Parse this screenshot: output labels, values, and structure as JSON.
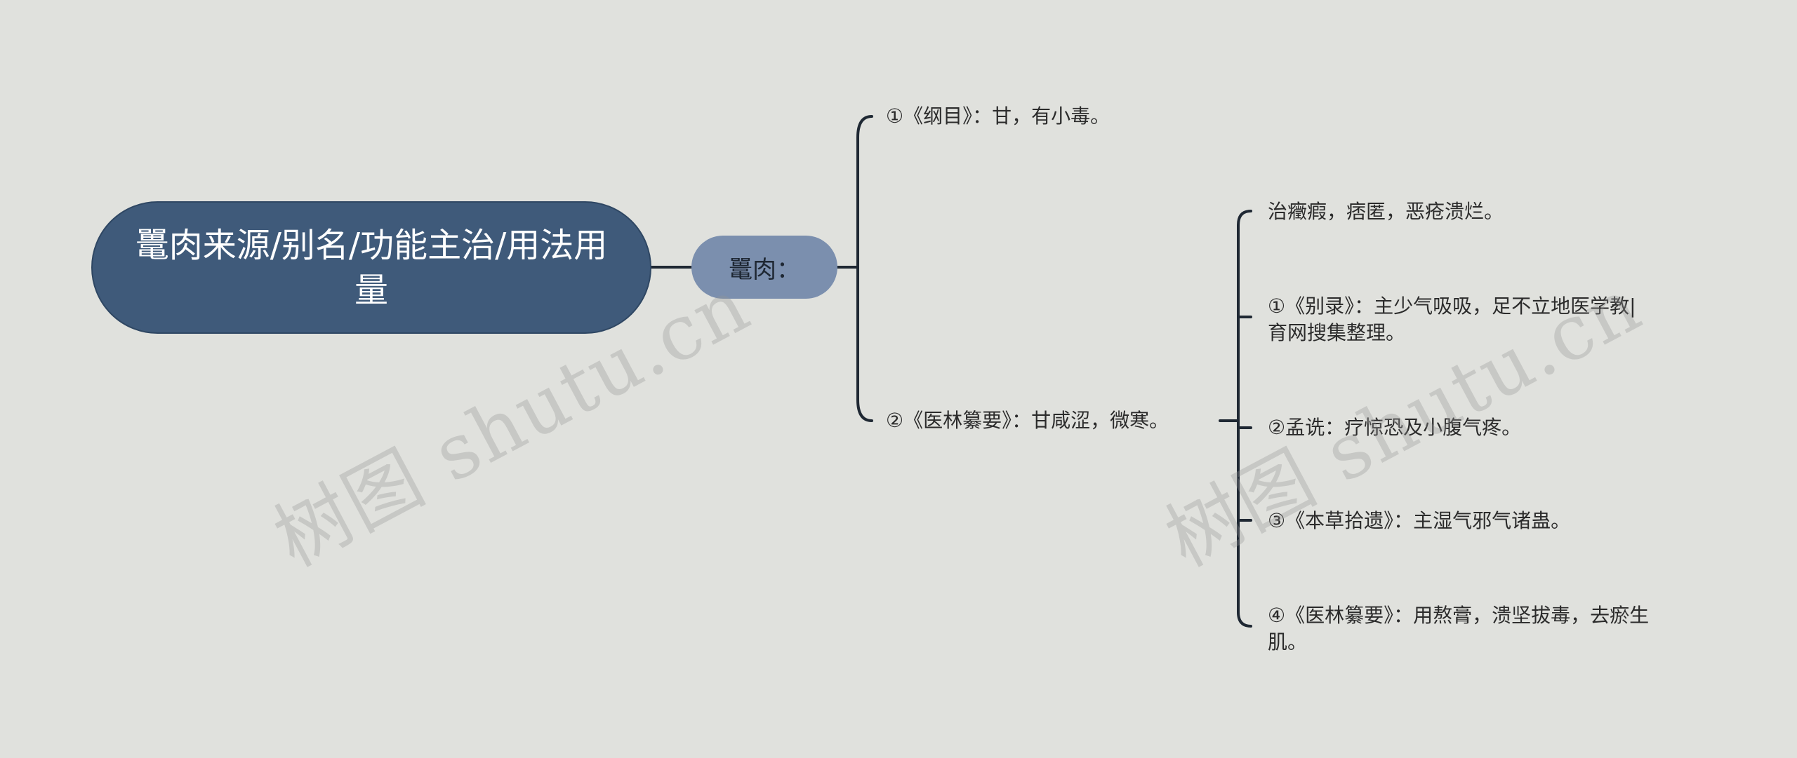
{
  "root": {
    "label": "鼍肉来源/别名/功能主治/用法用量"
  },
  "mid": {
    "label": "鼍肉："
  },
  "branches": [
    {
      "label": "①《纲目》：甘，有小毒。"
    },
    {
      "label": "②《医林纂要》：甘咸涩，微寒。"
    }
  ],
  "sub_branches": [
    {
      "label": "治癥瘕，痞匿，恶疮溃烂。"
    },
    {
      "label": "①《别录》：主少气吸吸，足不立地医学教|\n育网搜集整理。"
    },
    {
      "label": "②孟诜：疗惊恐及小腹气疼。"
    },
    {
      "label": "③《本草拾遗》：主湿气邪气诸蛊。"
    },
    {
      "label": "④《医林纂要》：用熬膏，溃坚拔毒，去瘀生\n肌。"
    }
  ],
  "watermarks": [
    "树图 shutu.cn",
    "树图 shutu.cn"
  ],
  "colors": {
    "background": "#e0e1dd",
    "root_fill": "#3f5a7a",
    "mid_fill": "#7b8fae",
    "connector": "#1f2833"
  }
}
